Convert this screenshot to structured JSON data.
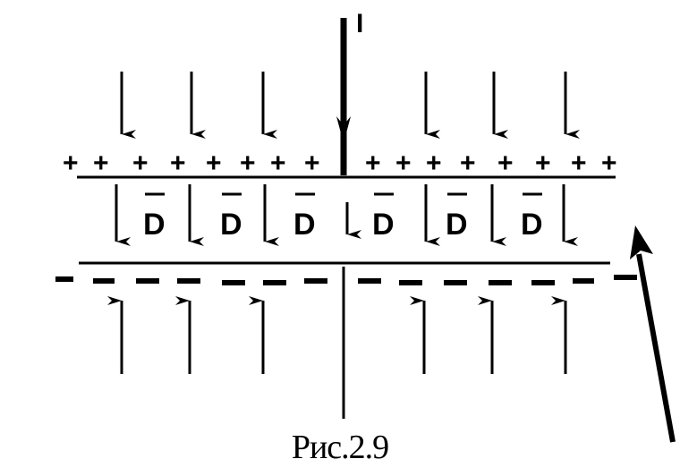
{
  "figure": {
    "current_label": "I",
    "field_label": "D",
    "positive_sign": "+",
    "caption": "Рис.2.9",
    "ink_color": "#000000",
    "background": "#ffffff"
  }
}
